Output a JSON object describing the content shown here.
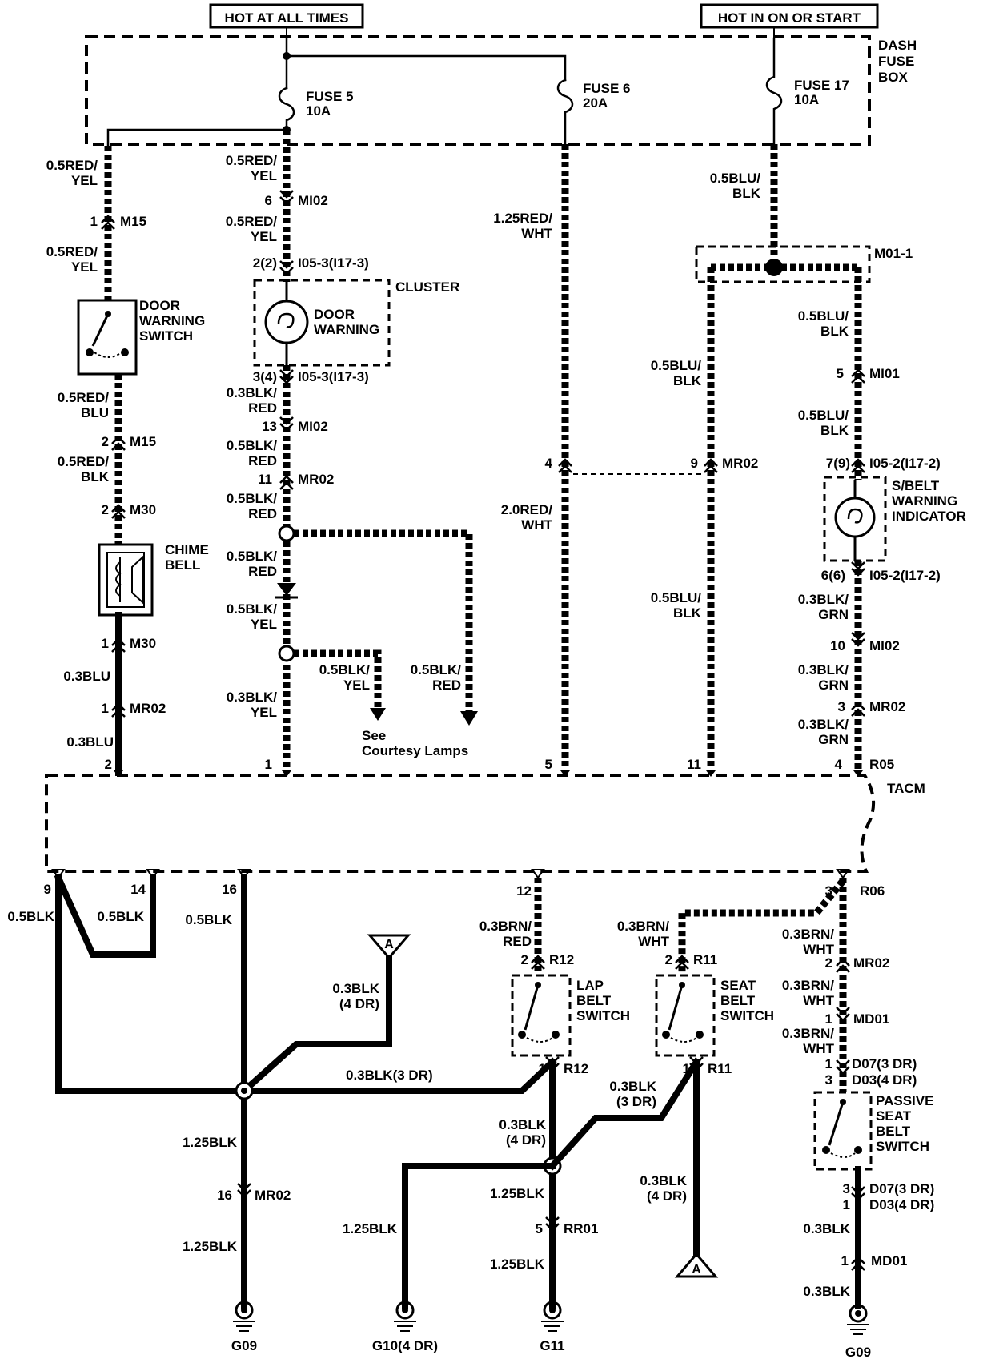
{
  "headers": {
    "hot_all_times": "HOT AT ALL TIMES",
    "hot_on_start": "HOT IN ON OR START"
  },
  "fuse_box": {
    "label_line1": "DASH",
    "label_line2": "FUSE",
    "label_line3": "BOX",
    "fuse5_name": "FUSE 5",
    "fuse5_rating": "10A",
    "fuse6_name": "FUSE 6",
    "fuse6_rating": "20A",
    "fuse17_name": "FUSE 17",
    "fuse17_rating": "10A"
  },
  "components": {
    "door_warning_switch": [
      "DOOR",
      "WARNING",
      "SWITCH"
    ],
    "cluster": "CLUSTER",
    "door_warning_lamp": [
      "DOOR",
      "WARNING"
    ],
    "chime_bell": [
      "CHIME",
      "BELL"
    ],
    "sbelt_indicator": [
      "S/BELT",
      "WARNING",
      "INDICATOR"
    ],
    "tacm": "TACM",
    "lap_belt_switch": [
      "LAP",
      "BELT",
      "SWITCH"
    ],
    "seat_belt_switch": [
      "SEAT",
      "BELT",
      "SWITCH"
    ],
    "passive_switch": [
      "PASSIVE",
      "SEAT",
      "BELT",
      "SWITCH"
    ],
    "courtesy_note": [
      "See",
      "Courtesy Lamps"
    ]
  },
  "wire_labels": {
    "c1_a": [
      "0.5RED/",
      "YEL"
    ],
    "c1_b": [
      "0.5RED/",
      "YEL"
    ],
    "c1_c": [
      "0.5RED/",
      "BLU"
    ],
    "c1_d": [
      "0.5RED/",
      "BLK"
    ],
    "c1_e": "0.3BLU",
    "c1_f": "0.3BLU",
    "c2_a": [
      "0.5RED/",
      "YEL"
    ],
    "c2_b": [
      "0.5RED/",
      "YEL"
    ],
    "c2_c": [
      "0.3BLK/",
      "RED"
    ],
    "c2_d": [
      "0.5BLK/",
      "RED"
    ],
    "c2_e": [
      "0.5BLK/",
      "RED"
    ],
    "c2_f": [
      "0.5BLK/",
      "RED"
    ],
    "c2_g": [
      "0.5BLK/",
      "YEL"
    ],
    "c2_h": [
      "0.3BLK/",
      "YEL"
    ],
    "branch_a": [
      "0.5BLK/",
      "YEL"
    ],
    "branch_b": [
      "0.5BLK/",
      "RED"
    ],
    "c3_a": [
      "1.25RED/",
      "WHT"
    ],
    "c3_b": [
      "2.0RED/",
      "WHT"
    ],
    "c4_a": [
      "0.5BLU/",
      "BLK"
    ],
    "c4_b": [
      "0.5BLU/",
      "BLK"
    ],
    "c4_c": [
      "0.5BLU/",
      "BLK"
    ],
    "c5_a": [
      "0.5BLU/",
      "BLK"
    ],
    "c5_b": [
      "0.5BLU/",
      "BLK"
    ],
    "c5_c": [
      "0.5BLU/",
      "BLK"
    ],
    "c5_d": [
      "0.3BLK/",
      "GRN"
    ],
    "c5_e": [
      "0.3BLK/",
      "GRN"
    ],
    "c5_f": [
      "0.3BLK/",
      "GRN"
    ],
    "b9": "0.5BLK",
    "b14": "0.5BLK",
    "b16": "0.5BLK",
    "a_up": [
      "0.3BLK",
      "(4 DR)"
    ],
    "cross_3dr": "0.3BLK(3 DR)",
    "g09l_a": "1.25BLK",
    "g09l_b": "1.25BLK",
    "r12_top": [
      "0.3BRN/",
      "RED"
    ],
    "r12_low": [
      "0.3BLK",
      "(4 DR)"
    ],
    "g10": "1.25BLK",
    "g11_a": "1.25BLK",
    "g11_b": "1.25BLK",
    "r11_top": [
      "0.3BRN/",
      "WHT"
    ],
    "r11_3dr": [
      "0.3BLK",
      "(3 DR)"
    ],
    "r11_4dr": [
      "0.3BLK",
      "(4 DR)"
    ],
    "r06_a": [
      "0.3BRN/",
      "WHT"
    ],
    "r06_b": [
      "0.3BRN/",
      "WHT"
    ],
    "r06_c": [
      "0.3BRN/",
      "WHT"
    ],
    "r06_d": "0.3BLK",
    "r06_e": "0.3BLK"
  },
  "connectors": {
    "m15_1": "1",
    "m15_1n": "M15",
    "m15_2": "2",
    "m15_2n": "M15",
    "m30_2": "2",
    "m30_2n": "M30",
    "m30_1": "1",
    "m30_1n": "M30",
    "mr02_1": "1",
    "mr02_1n": "MR02",
    "t2": "2",
    "mi02_6": "6",
    "mi02_6n": "MI02",
    "i05_top": "2(2)",
    "i05_topn": "I05-3(I17-3)",
    "i05_bot": "3(4)",
    "i05_botn": "I05-3(I17-3)",
    "mi02_13": "13",
    "mi02_13n": "MI02",
    "mr02_11": "11",
    "mr02_11n": "MR02",
    "t1": "1",
    "p4": "4",
    "t5": "5",
    "m01": "M01-1",
    "mr02_9": "9",
    "mr02_9n": "MR02",
    "t11": "11",
    "mi01_5": "5",
    "mi01_5n": "MI01",
    "i052_top": "7(9)",
    "i052_topn": "I05-2(I17-2)",
    "i052_bot": "6(6)",
    "i052_botn": "I05-2(I17-2)",
    "mi02_10": "10",
    "mi02_10n": "MI02",
    "mr02_3": "3",
    "mr02_3n": "MR02",
    "t4": "4",
    "r05": "R05",
    "b9": "9",
    "b14": "14",
    "b16": "16",
    "b12": "12",
    "b3": "3",
    "r06": "R06",
    "r12_2": "2",
    "r12_2n": "R12",
    "r12_1": "1",
    "r12_1n": "R12",
    "r11_2": "2",
    "r11_2n": "R11",
    "r11_1": "1",
    "r11_1n": "R11",
    "mr02_2": "2",
    "mr02_2n": "MR02",
    "md01_1": "1",
    "md01_1n": "MD01",
    "d07_1": "1",
    "d07_1n": "D07(3 DR)",
    "d03_3": "3",
    "d03_3n": "D03(4 DR)",
    "d07_3": "3",
    "d07_3n": "D07(3 DR)",
    "d03_1": "1",
    "d03_1n": "D03(4 DR)",
    "md01_1b": "1",
    "md01_1bn": "MD01",
    "mr02_16": "16",
    "mr02_16n": "MR02",
    "rr01_5": "5",
    "rr01_5n": "RR01"
  },
  "grounds": {
    "g09_left": "G09",
    "g10": "G10(4 DR)",
    "g11": "G11",
    "g09_right": "G09"
  },
  "offpage": {
    "a1": "A",
    "a2": "A"
  }
}
